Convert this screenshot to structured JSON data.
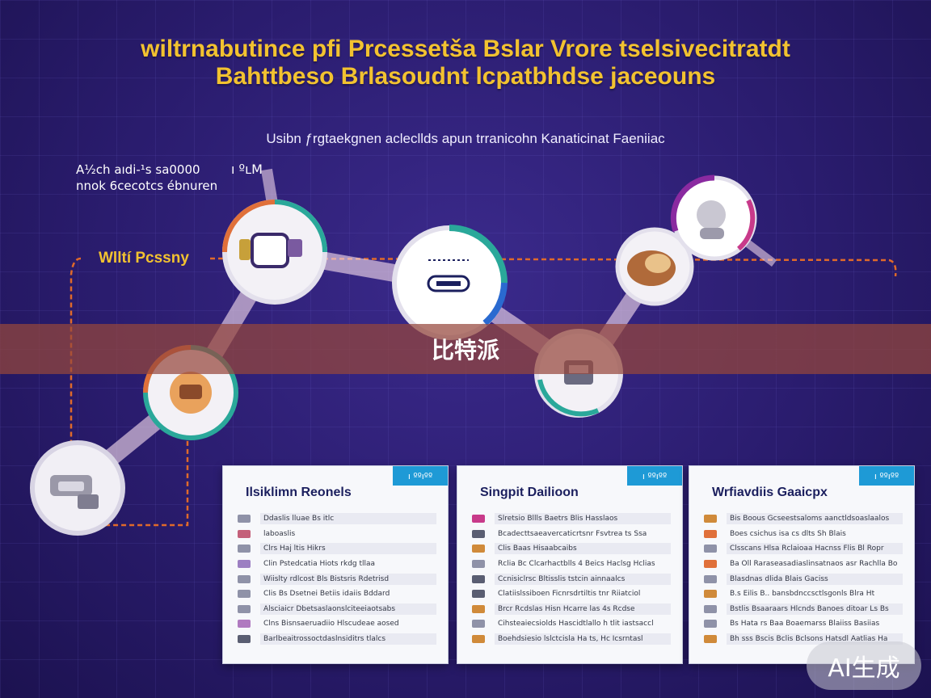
{
  "headline": {
    "line1": "wiltrnabutince pfi Prcessetša Bslar Vrore tselsivecitratdt",
    "line2": "Bahttbeso Brlasoudnt lcpatbhdse jaceouns"
  },
  "subtitle": "Usibn ƒrgtaekgnen aclecllds apun trranicohn Kanaticinat Faeniiac",
  "note": {
    "line1": "A½ch aıdi-¹s sa0000",
    "line2": "nnok 6cecotcs ébnuren",
    "mark": "ı ºʟM"
  },
  "w_label": "Wlltí Pcssny",
  "banner_text": "比特派",
  "cards": [
    {
      "title": "Ilsiklimn Reonels",
      "badge": "ı ººıºº",
      "rows": [
        {
          "text": "Ddaslis lluae Bs itlc",
          "color": "#8f92a8"
        },
        {
          "text": "laboaslis",
          "color": "#c4607a"
        },
        {
          "text": "Clrs Haj ltis Hikrs",
          "color": "#8f92a8"
        },
        {
          "text": "Clin Pstedcatia Hiots rkdg tllaa",
          "color": "#9c7fc2"
        },
        {
          "text": "Wiislty rdlcost Bls Bistsris Rdetrisd",
          "color": "#8f92a8"
        },
        {
          "text": "Clis Bs Dsetnei Betiis idaiis Bddard",
          "color": "#8f92a8"
        },
        {
          "text": "Alsciaicr Dbetsaslaonslciteeiaotsabs",
          "color": "#8f92a8"
        },
        {
          "text": "Clns Bisnsaeruadiio Hlscudeae aosed",
          "color": "#b07ac0"
        },
        {
          "text": "Barlbeaitrossoctdaslnsiditrs tlalcs",
          "color": "#5a5e72"
        }
      ]
    },
    {
      "title": "Singpit Dailioon",
      "badge": "ı ººıºº",
      "rows": [
        {
          "text": "Slretsio Bllls Baetrs Blis Hasslaos",
          "color": "#c83a8a"
        },
        {
          "text": "Bcadecttsaeavercaticrtsnr Fsvtrea ts Ssa",
          "color": "#5a5e72"
        },
        {
          "text": "Clis Baas Hisaabcaibs",
          "color": "#d08a3a"
        },
        {
          "text": "Rclia Bc Clcarhactblls 4 Beics Haclsg Hclias",
          "color": "#8f92a8"
        },
        {
          "text": "Ccnisiclrsc Bltisslis tstcin ainnaalcs",
          "color": "#5a5e72"
        },
        {
          "text": "Clatiislssiboen Ficnrsdrtiltis tnr Riiatciol",
          "color": "#5a5e72"
        },
        {
          "text": "Brcr Rcdslas Hisn Hcarre las 4s Rcdse",
          "color": "#d08a3a"
        },
        {
          "text": "Cihsteaiecsiolds Hascidtlallo h tlit iastsaccl",
          "color": "#8f92a8"
        },
        {
          "text": "Boehdsiesio lslctcisla Ha ts, Hc Icsrntasl",
          "color": "#d08a3a"
        }
      ]
    },
    {
      "title": "Wrfiavdiis Gaaicpx",
      "badge": "ı ººıºº",
      "rows": [
        {
          "text": "Bis Boous Gcseestsaloms aanctldsoaslaalos",
          "color": "#d08a3a"
        },
        {
          "text": "Boes csichus isa cs dlts Sh Blais",
          "color": "#e0703a"
        },
        {
          "text": "Clsscans Hlsa Rclaioaa Hacnss Flis Bl Ropr",
          "color": "#8f92a8"
        },
        {
          "text": "Ba Oll Raraseasadiaslinsatnaos asr Rachlla Bo",
          "color": "#e0703a"
        },
        {
          "text": "Blasdnas dlida Blais Gaciss",
          "color": "#8f92a8"
        },
        {
          "text": "B.s Eilis B.. bansbdnccsctlsgonls Blra Ht",
          "color": "#d08a3a"
        },
        {
          "text": "Bstlis Bsaaraars Hlcnds Banoes ditoar Ls Bs",
          "color": "#8f92a8"
        },
        {
          "text": "Bs Hata rs Baa Boaemarss Blaiiss Basiias",
          "color": "#8f92a8"
        },
        {
          "text": "Bh sss Bscis Bclis Bclsons Hatsdl Aatlias Ha",
          "color": "#d08a3a"
        }
      ]
    }
  ],
  "ai_badge": "AI生成",
  "icons": [
    "hand-icon",
    "device-icon",
    "pill-icon",
    "gauge-icon",
    "person-icon",
    "food-icon"
  ]
}
